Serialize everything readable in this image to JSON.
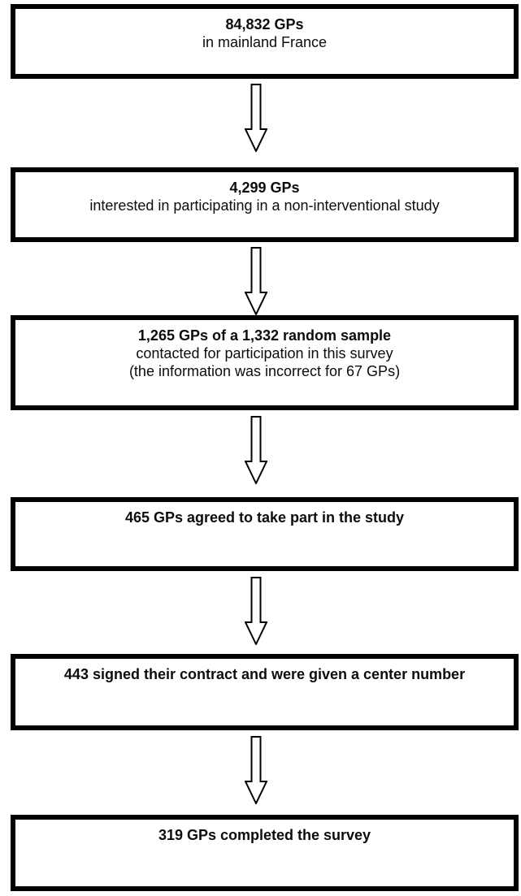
{
  "diagram": {
    "type": "flowchart",
    "direction": "top-down",
    "colors": {
      "box_border": "#000000",
      "box_fill": "#ffffff",
      "text": "#0c0c0c",
      "arrow_outline": "#000000",
      "arrow_fill": "#ffffff"
    },
    "boxes": [
      {
        "bold": "84,832 GPs",
        "lines": [
          "in mainland France"
        ]
      },
      {
        "bold": "4,299 GPs",
        "lines": [
          "interested in participating in a non-interventional study"
        ]
      },
      {
        "bold": "1,265 GPs of a 1,332 random sample",
        "lines": [
          "contacted for participation in this survey",
          "(the information was incorrect for 67 GPs)"
        ]
      },
      {
        "bold": "465 GPs agreed to take part in the study",
        "lines": []
      },
      {
        "bold": "443 signed their contract and were given a center number",
        "lines": []
      },
      {
        "bold": "319 GPs completed the survey",
        "lines": []
      }
    ]
  }
}
